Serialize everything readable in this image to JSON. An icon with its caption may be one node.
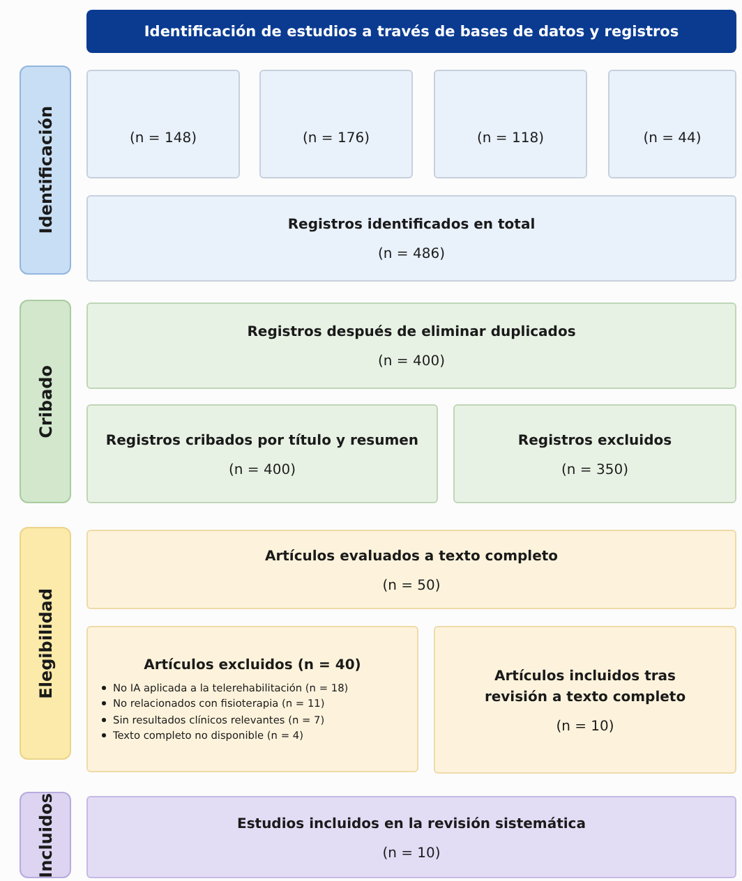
{
  "diagram": {
    "title": "Identificación de estudios a través de bases de datos y registros",
    "nodes": [
      {
        "text": [
          "Identificación"
        ]
      },
      {
        "text": [
          "(n = 148)"
        ]
      },
      {
        "text": [
          "(n = 176)"
        ]
      },
      {
        "text": [
          "(n = 118)"
        ]
      },
      {
        "text": [
          "(n = 44)"
        ]
      },
      {
        "text": [
          "Registros identificados en total",
          "(n = 486)"
        ]
      },
      {
        "text": [
          "Cribado"
        ]
      },
      {
        "text": [
          "Registros después de eliminar duplicados",
          "(n = 400)"
        ]
      },
      {
        "text": [
          "Registros cribados por título y resumen",
          "(n = 400)"
        ]
      },
      {
        "text": [
          "Registros excluidos",
          "(n = 350)"
        ]
      },
      {
        "text": [
          "Elegibilidad"
        ]
      },
      {
        "text": [
          "Artículos evaluados a texto completo",
          "(n = 50)"
        ]
      },
      {
        "text": [
          "Artículos excluidos (n = 40)",
          "No IA aplicada a la telerehabilitación (n = 18)",
          "No relacionados con fisioterapia (n = 11)",
          "Sin resultados clínicos relevantes (n = 7)",
          "Texto completo no disponible (n = 4)"
        ]
      },
      {
        "text": [
          "Artículos incluidos tras revisión a texto completo",
          "(n = 10)"
        ]
      },
      {
        "text": [
          "Incluidos"
        ]
      },
      {
        "text": [
          "Estudios incluidos en la revisión sistemática",
          "(n = 10)"
        ]
      }
    ]
  }
}
